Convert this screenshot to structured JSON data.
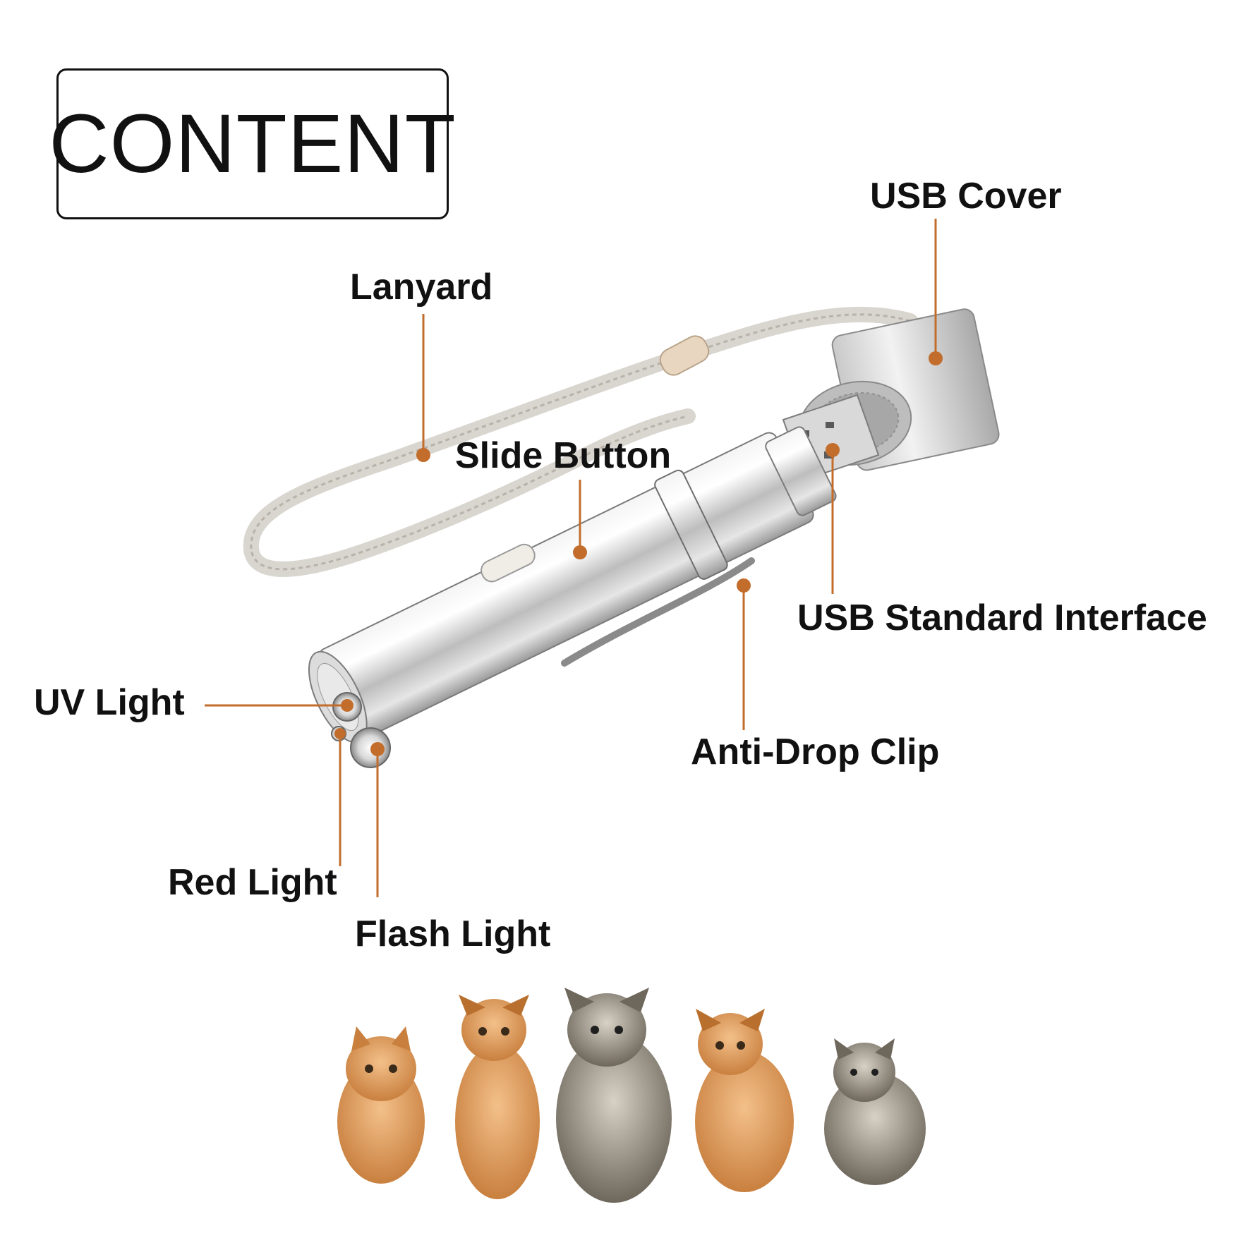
{
  "title": "CONTENT",
  "accent_color": "#c26d2c",
  "labels": {
    "usb_cover": "USB Cover",
    "lanyard": "Lanyard",
    "slide_button": "Slide Button",
    "usb_interface": "USB Standard Interface",
    "uv_light": "UV Light",
    "anti_drop_clip": "Anti-Drop Clip",
    "red_light": "Red Light",
    "flash_light": "Flash Light"
  },
  "images": {
    "product": "laser-pointer-flashlight-photo",
    "cats": [
      "kitten-orange",
      "cat-abyssinian-standing",
      "kitten-tabby-fluffy",
      "cat-abyssinian-sitting",
      "kitten-grey-tabby"
    ]
  }
}
